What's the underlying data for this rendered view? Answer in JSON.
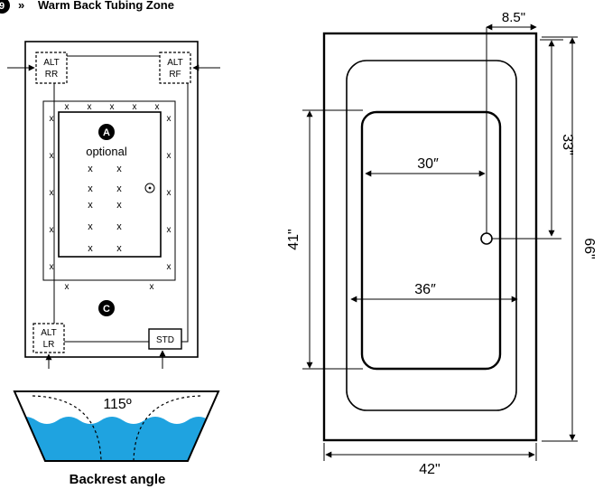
{
  "header": {
    "badge_number": "9",
    "chevrons": "»",
    "title": "Warm Back Tubing Zone"
  },
  "left_diagram": {
    "corners": {
      "rr": [
        "ALT",
        "RR"
      ],
      "rf": [
        "ALT",
        "RF"
      ],
      "lr": [
        "ALT",
        "LR"
      ],
      "std": "STD"
    },
    "zone_a": {
      "letter": "A",
      "caption": "optional"
    },
    "zone_c": {
      "letter": "C"
    },
    "marker_x": "x"
  },
  "backrest": {
    "angle": "115º",
    "caption": "Backrest angle",
    "water_color": "#1fa3e0"
  },
  "tub_dimensions": {
    "width_total": "42\"",
    "length_total": "66\"",
    "drain_offset": "8.5\"",
    "drain_depth": "33\"",
    "inner_length": "41\"",
    "inner_width_top": "30″",
    "inner_width_bottom": "36″"
  }
}
